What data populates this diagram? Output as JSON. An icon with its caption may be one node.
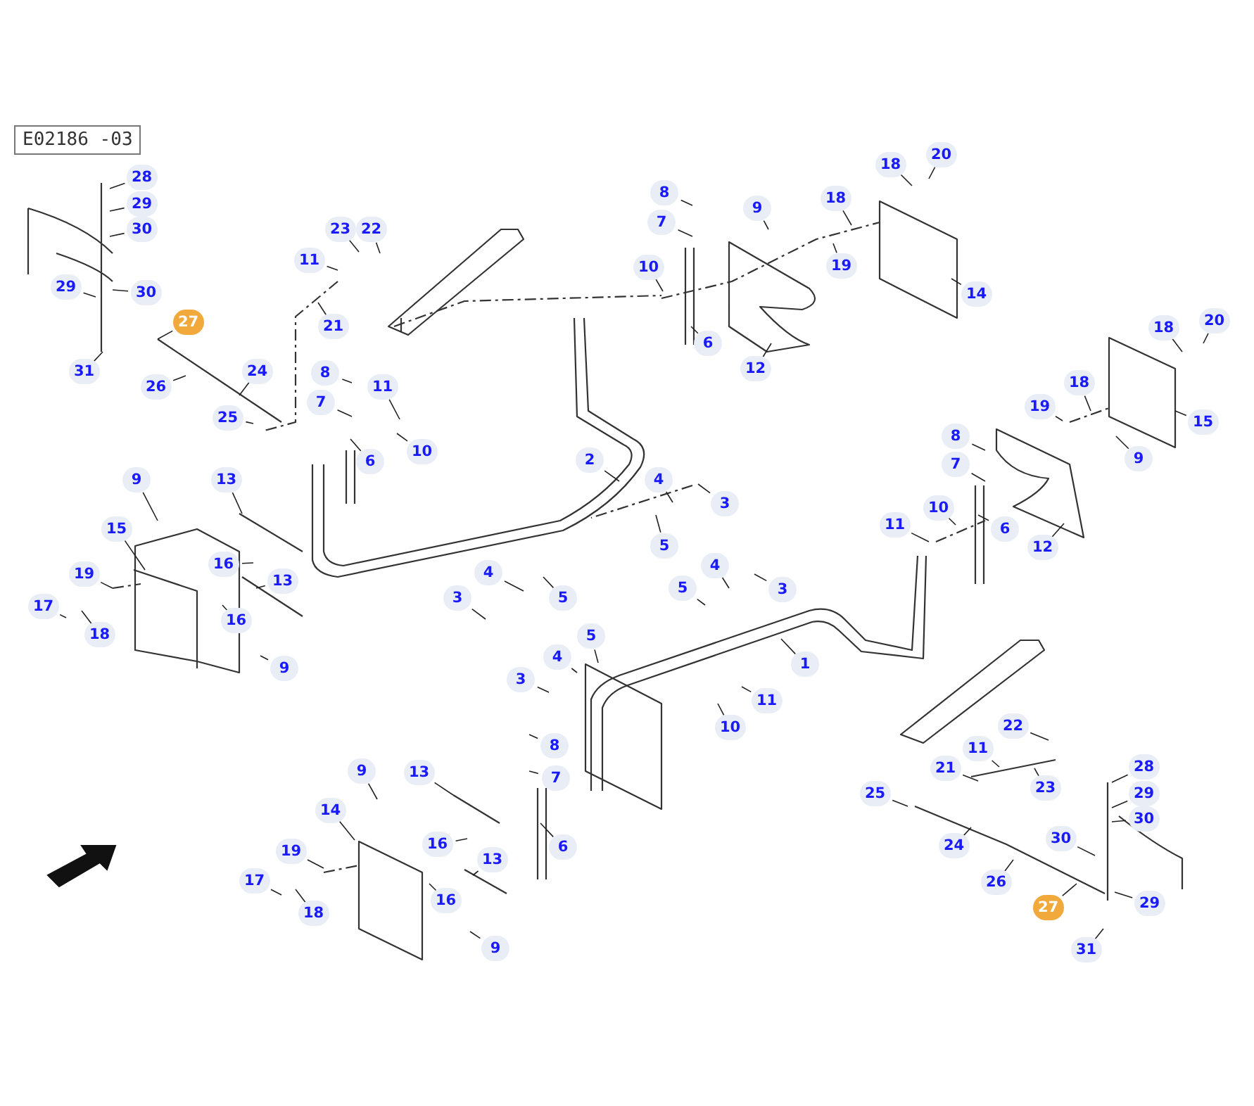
{
  "diagram": {
    "nodes": [
      {
        "text": [
          "E02186 -03"
        ]
      },
      {
        "text": [
          "28"
        ]
      },
      {
        "text": [
          "29"
        ]
      },
      {
        "text": [
          "30"
        ]
      },
      {
        "text": [
          "29"
        ]
      },
      {
        "text": [
          "30"
        ]
      },
      {
        "text": [
          "27"
        ]
      },
      {
        "text": [
          "31"
        ]
      },
      {
        "text": [
          "26"
        ]
      },
      {
        "text": [
          "24"
        ]
      },
      {
        "text": [
          "25"
        ]
      },
      {
        "text": [
          "23"
        ]
      },
      {
        "text": [
          "22"
        ]
      },
      {
        "text": [
          "11"
        ]
      },
      {
        "text": [
          "21"
        ]
      },
      {
        "text": [
          "8"
        ]
      },
      {
        "text": [
          "7"
        ]
      },
      {
        "text": [
          "11"
        ]
      },
      {
        "text": [
          "6"
        ]
      },
      {
        "text": [
          "10"
        ]
      },
      {
        "text": [
          "2"
        ]
      },
      {
        "text": [
          "9"
        ]
      },
      {
        "text": [
          "13"
        ]
      },
      {
        "text": [
          "15"
        ]
      },
      {
        "text": [
          "16"
        ]
      },
      {
        "text": [
          "13"
        ]
      },
      {
        "text": [
          "19"
        ]
      },
      {
        "text": [
          "17"
        ]
      },
      {
        "text": [
          "16"
        ]
      },
      {
        "text": [
          "18"
        ]
      },
      {
        "text": [
          "9"
        ]
      },
      {
        "text": [
          "8"
        ]
      },
      {
        "text": [
          "7"
        ]
      },
      {
        "text": [
          "9"
        ]
      },
      {
        "text": [
          "10"
        ]
      },
      {
        "text": [
          "6"
        ]
      },
      {
        "text": [
          "12"
        ]
      },
      {
        "text": [
          "18"
        ]
      },
      {
        "text": [
          "19"
        ]
      },
      {
        "text": [
          "18"
        ]
      },
      {
        "text": [
          "20"
        ]
      },
      {
        "text": [
          "14"
        ]
      },
      {
        "text": [
          "4"
        ]
      },
      {
        "text": [
          "3"
        ]
      },
      {
        "text": [
          "5"
        ]
      },
      {
        "text": [
          "4"
        ]
      },
      {
        "text": [
          "3"
        ]
      },
      {
        "text": [
          "5"
        ]
      },
      {
        "text": [
          "5"
        ]
      },
      {
        "text": [
          "4"
        ]
      },
      {
        "text": [
          "3"
        ]
      },
      {
        "text": [
          "1"
        ]
      },
      {
        "text": [
          "5"
        ]
      },
      {
        "text": [
          "4"
        ]
      },
      {
        "text": [
          "3"
        ]
      },
      {
        "text": [
          "11"
        ]
      },
      {
        "text": [
          "10"
        ]
      },
      {
        "text": [
          "8"
        ]
      },
      {
        "text": [
          "7"
        ]
      },
      {
        "text": [
          "6"
        ]
      },
      {
        "text": [
          "18"
        ]
      },
      {
        "text": [
          "20"
        ]
      },
      {
        "text": [
          "18"
        ]
      },
      {
        "text": [
          "19"
        ]
      },
      {
        "text": [
          "15"
        ]
      },
      {
        "text": [
          "8"
        ]
      },
      {
        "text": [
          "7"
        ]
      },
      {
        "text": [
          "9"
        ]
      },
      {
        "text": [
          "10"
        ]
      },
      {
        "text": [
          "11"
        ]
      },
      {
        "text": [
          "6"
        ]
      },
      {
        "text": [
          "12"
        ]
      },
      {
        "text": [
          "9"
        ]
      },
      {
        "text": [
          "13"
        ]
      },
      {
        "text": [
          "14"
        ]
      },
      {
        "text": [
          "16"
        ]
      },
      {
        "text": [
          "19"
        ]
      },
      {
        "text": [
          "13"
        ]
      },
      {
        "text": [
          "17"
        ]
      },
      {
        "text": [
          "16"
        ]
      },
      {
        "text": [
          "18"
        ]
      },
      {
        "text": [
          "9"
        ]
      },
      {
        "text": [
          "22"
        ]
      },
      {
        "text": [
          "21"
        ]
      },
      {
        "text": [
          "11"
        ]
      },
      {
        "text": [
          "23"
        ]
      },
      {
        "text": [
          "28"
        ]
      },
      {
        "text": [
          "25"
        ]
      },
      {
        "text": [
          "29"
        ]
      },
      {
        "text": [
          "30"
        ]
      },
      {
        "text": [
          "24"
        ]
      },
      {
        "text": [
          "30"
        ]
      },
      {
        "text": [
          "26"
        ]
      },
      {
        "text": [
          "29"
        ]
      },
      {
        "text": [
          "27"
        ]
      },
      {
        "text": [
          "31"
        ]
      }
    ],
    "edges": [
      {
        "from": 1,
        "to": null,
        "arrow": "none"
      },
      {
        "from": 2,
        "to": null,
        "arrow": "none"
      },
      {
        "from": 3,
        "to": null,
        "arrow": "none"
      },
      {
        "from": 4,
        "to": null,
        "arrow": "none"
      },
      {
        "from": 5,
        "to": null,
        "arrow": "none"
      },
      {
        "from": 6,
        "to": null,
        "arrow": "none"
      },
      {
        "from": 7,
        "to": null,
        "arrow": "none"
      },
      {
        "from": 8,
        "to": null,
        "arrow": "none"
      },
      {
        "from": 9,
        "to": null,
        "arrow": "none"
      },
      {
        "from": 10,
        "to": null,
        "arrow": "none"
      },
      {
        "from": 11,
        "to": null,
        "arrow": "none"
      },
      {
        "from": 12,
        "to": null,
        "arrow": "none"
      },
      {
        "from": 13,
        "to": null,
        "arrow": "none"
      },
      {
        "from": 14,
        "to": null,
        "arrow": "none"
      },
      {
        "from": 15,
        "to": null,
        "arrow": "none"
      },
      {
        "from": 16,
        "to": null,
        "arrow": "none"
      },
      {
        "from": 17,
        "to": null,
        "arrow": "none"
      },
      {
        "from": 18,
        "to": null,
        "arrow": "none"
      },
      {
        "from": 19,
        "to": null,
        "arrow": "none"
      },
      {
        "from": 20,
        "to": null,
        "arrow": "none"
      },
      {
        "from": 21,
        "to": null,
        "arrow": "none"
      },
      {
        "from": 22,
        "to": null,
        "arrow": "none"
      },
      {
        "from": 23,
        "to": null,
        "arrow": "none"
      },
      {
        "from": 24,
        "to": null,
        "arrow": "none"
      },
      {
        "from": 25,
        "to": null,
        "arrow": "none"
      },
      {
        "from": 26,
        "to": null,
        "arrow": "none"
      },
      {
        "from": 27,
        "to": null,
        "arrow": "none"
      },
      {
        "from": 28,
        "to": null,
        "arrow": "none"
      },
      {
        "from": 29,
        "to": null,
        "arrow": "none"
      },
      {
        "from": 30,
        "to": null,
        "arrow": "none"
      },
      {
        "from": 31,
        "to": null,
        "arrow": "none"
      },
      {
        "from": 32,
        "to": null,
        "arrow": "none"
      },
      {
        "from": 33,
        "to": null,
        "arrow": "none"
      },
      {
        "from": 34,
        "to": null,
        "arrow": "none"
      },
      {
        "from": 35,
        "to": null,
        "arrow": "none"
      },
      {
        "from": 36,
        "to": null,
        "arrow": "none"
      },
      {
        "from": 37,
        "to": null,
        "arrow": "none"
      },
      {
        "from": 38,
        "to": null,
        "arrow": "none"
      },
      {
        "from": 39,
        "to": null,
        "arrow": "none"
      },
      {
        "from": 40,
        "to": null,
        "arrow": "none"
      },
      {
        "from": 41,
        "to": null,
        "arrow": "none"
      },
      {
        "from": 42,
        "to": null,
        "arrow": "none"
      },
      {
        "from": 43,
        "to": null,
        "arrow": "none"
      },
      {
        "from": 44,
        "to": null,
        "arrow": "none"
      },
      {
        "from": 45,
        "to": null,
        "arrow": "none"
      },
      {
        "from": 46,
        "to": null,
        "arrow": "none"
      },
      {
        "from": 47,
        "to": null,
        "arrow": "none"
      },
      {
        "from": 48,
        "to": null,
        "arrow": "none"
      },
      {
        "from": 49,
        "to": null,
        "arrow": "none"
      },
      {
        "from": 50,
        "to": null,
        "arrow": "none"
      },
      {
        "from": 51,
        "to": null,
        "arrow": "none"
      },
      {
        "from": 52,
        "to": null,
        "arrow": "none"
      },
      {
        "from": 53,
        "to": null,
        "arrow": "none"
      },
      {
        "from": 54,
        "to": null,
        "arrow": "none"
      },
      {
        "from": 55,
        "to": null,
        "arrow": "none"
      },
      {
        "from": 56,
        "to": null,
        "arrow": "none"
      },
      {
        "from": 57,
        "to": null,
        "arrow": "none"
      },
      {
        "from": 58,
        "to": null,
        "arrow": "none"
      },
      {
        "from": 59,
        "to": null,
        "arrow": "none"
      },
      {
        "from": 60,
        "to": null,
        "arrow": "none"
      },
      {
        "from": 61,
        "to": null,
        "arrow": "none"
      },
      {
        "from": 62,
        "to": null,
        "arrow": "none"
      },
      {
        "from": 63,
        "to": null,
        "arrow": "none"
      },
      {
        "from": 64,
        "to": null,
        "arrow": "none"
      },
      {
        "from": 65,
        "to": null,
        "arrow": "none"
      },
      {
        "from": 66,
        "to": null,
        "arrow": "none"
      },
      {
        "from": 67,
        "to": null,
        "arrow": "none"
      },
      {
        "from": 68,
        "to": null,
        "arrow": "none"
      },
      {
        "from": 69,
        "to": null,
        "arrow": "none"
      },
      {
        "from": 70,
        "to": null,
        "arrow": "none"
      },
      {
        "from": 71,
        "to": null,
        "arrow": "none"
      },
      {
        "from": 72,
        "to": null,
        "arrow": "none"
      },
      {
        "from": 73,
        "to": null,
        "arrow": "none"
      },
      {
        "from": 74,
        "to": null,
        "arrow": "none"
      },
      {
        "from": 75,
        "to": null,
        "arrow": "none"
      },
      {
        "from": 76,
        "to": null,
        "arrow": "none"
      },
      {
        "from": 77,
        "to": null,
        "arrow": "none"
      },
      {
        "from": 78,
        "to": null,
        "arrow": "none"
      },
      {
        "from": 79,
        "to": null,
        "arrow": "none"
      },
      {
        "from": 80,
        "to": null,
        "arrow": "none"
      },
      {
        "from": 81,
        "to": null,
        "arrow": "none"
      },
      {
        "from": 82,
        "to": null,
        "arrow": "none"
      },
      {
        "from": 83,
        "to": null,
        "arrow": "none"
      },
      {
        "from": 84,
        "to": null,
        "arrow": "none"
      },
      {
        "from": 85,
        "to": null,
        "arrow": "none"
      },
      {
        "from": 86,
        "to": null,
        "arrow": "none"
      },
      {
        "from": 87,
        "to": null,
        "arrow": "none"
      },
      {
        "from": 88,
        "to": null,
        "arrow": "none"
      },
      {
        "from": 89,
        "to": null,
        "arrow": "none"
      },
      {
        "from": 90,
        "to": null,
        "arrow": "none"
      },
      {
        "from": 91,
        "to": null,
        "arrow": "none"
      },
      {
        "from": 92,
        "to": null,
        "arrow": "none"
      },
      {
        "from": 93,
        "to": null,
        "arrow": "none"
      },
      {
        "from": 94,
        "to": null,
        "arrow": "none"
      },
      {
        "from": 95,
        "to": null,
        "arrow": "none"
      }
    ]
  }
}
